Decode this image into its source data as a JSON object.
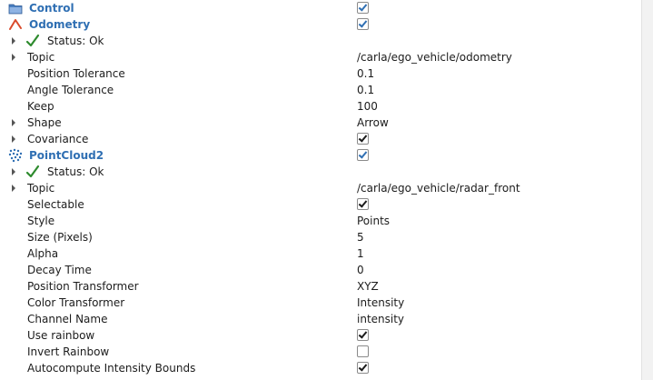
{
  "rows": [
    {
      "label": "Control",
      "type": "group",
      "icon": "folder-icon",
      "expander": false,
      "indent": 0,
      "value_type": "checkbox",
      "checked": true
    },
    {
      "label": "Odometry",
      "type": "group",
      "icon": "odometry-icon",
      "expander": false,
      "indent": 0,
      "value_type": "checkbox",
      "checked": true
    },
    {
      "label": "Status: Ok",
      "type": "status",
      "icon": "checkmark-icon",
      "expander": true,
      "indent": 1,
      "value_type": "none"
    },
    {
      "label": "Topic",
      "type": "prop",
      "expander": true,
      "indent": 1,
      "value_type": "text",
      "value": "/carla/ego_vehicle/odometry"
    },
    {
      "label": "Position Tolerance",
      "type": "prop",
      "expander": false,
      "indent": 1,
      "value_type": "text",
      "value": "0.1"
    },
    {
      "label": "Angle Tolerance",
      "type": "prop",
      "expander": false,
      "indent": 1,
      "value_type": "text",
      "value": "0.1"
    },
    {
      "label": "Keep",
      "type": "prop",
      "expander": false,
      "indent": 1,
      "value_type": "text",
      "value": "100"
    },
    {
      "label": "Shape",
      "type": "prop",
      "expander": true,
      "indent": 1,
      "value_type": "text",
      "value": "Arrow"
    },
    {
      "label": "Covariance",
      "type": "prop",
      "expander": true,
      "indent": 1,
      "value_type": "checkbox",
      "checked": true
    },
    {
      "label": "PointCloud2",
      "type": "group",
      "icon": "pointcloud-icon",
      "expander": false,
      "indent": 0,
      "value_type": "checkbox",
      "checked": true
    },
    {
      "label": "Status: Ok",
      "type": "status",
      "icon": "checkmark-icon",
      "expander": true,
      "indent": 1,
      "value_type": "none"
    },
    {
      "label": "Topic",
      "type": "prop",
      "expander": true,
      "indent": 1,
      "value_type": "text",
      "value": "/carla/ego_vehicle/radar_front"
    },
    {
      "label": "Selectable",
      "type": "prop",
      "expander": false,
      "indent": 1,
      "value_type": "checkbox",
      "checked": true
    },
    {
      "label": "Style",
      "type": "prop",
      "expander": false,
      "indent": 1,
      "value_type": "text",
      "value": "Points"
    },
    {
      "label": "Size (Pixels)",
      "type": "prop",
      "expander": false,
      "indent": 1,
      "value_type": "text",
      "value": "5"
    },
    {
      "label": "Alpha",
      "type": "prop",
      "expander": false,
      "indent": 1,
      "value_type": "text",
      "value": "1"
    },
    {
      "label": "Decay Time",
      "type": "prop",
      "expander": false,
      "indent": 1,
      "value_type": "text",
      "value": "0"
    },
    {
      "label": "Position Transformer",
      "type": "prop",
      "expander": false,
      "indent": 1,
      "value_type": "text",
      "value": "XYZ"
    },
    {
      "label": "Color Transformer",
      "type": "prop",
      "expander": false,
      "indent": 1,
      "value_type": "text",
      "value": "Intensity"
    },
    {
      "label": "Channel Name",
      "type": "prop",
      "expander": false,
      "indent": 1,
      "value_type": "text",
      "value": "intensity"
    },
    {
      "label": "Use rainbow",
      "type": "prop",
      "expander": false,
      "indent": 1,
      "value_type": "checkbox",
      "checked": true
    },
    {
      "label": "Invert Rainbow",
      "type": "prop",
      "expander": false,
      "indent": 1,
      "value_type": "checkbox",
      "checked": false
    },
    {
      "label": "Autocompute Intensity Bounds",
      "type": "prop",
      "expander": false,
      "indent": 1,
      "value_type": "checkbox",
      "checked": true
    }
  ],
  "colors": {
    "group_text": "#2f6fb3",
    "status_check": "#2e8b2e",
    "odometry_icon": "#d94a2b",
    "pointcloud_icon": "#2f6fb3",
    "folder_icon": "#4a7fc1"
  }
}
